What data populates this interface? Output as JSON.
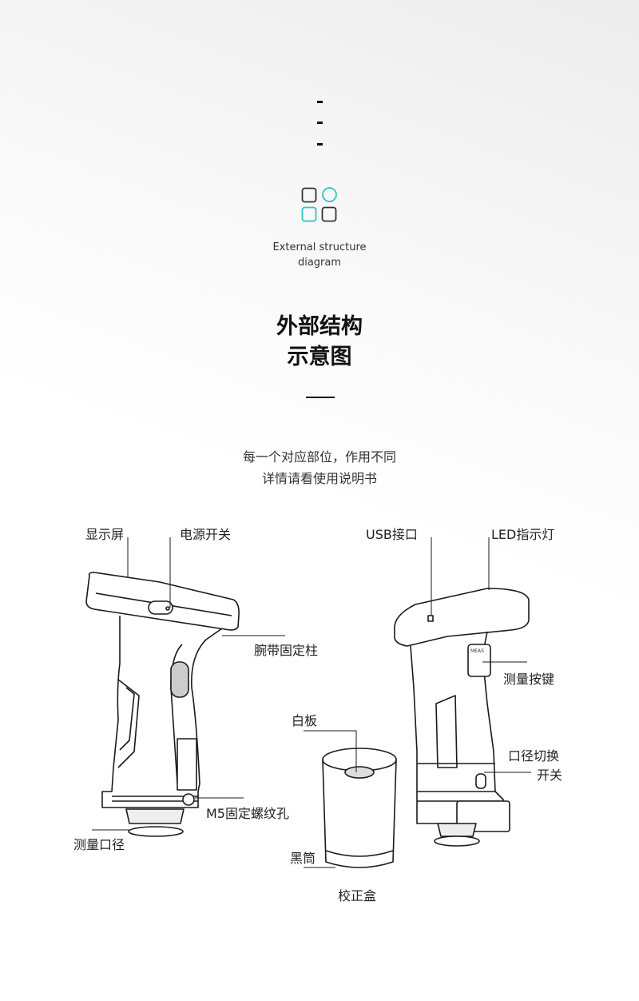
{
  "header": {
    "subtitle_en": "External structure diagram",
    "subtitle_en_line1": "External structure",
    "subtitle_en_line2": "diagram",
    "title_line1": "外部结构",
    "title_line2": "示意图",
    "description_line1": "每一个对应部位，作用不同",
    "description_line2": "详情请看使用说明书",
    "icon": "four-shapes-grid-icon",
    "accent_color": "#2ec4c4"
  },
  "labels": {
    "display": "显示屏",
    "power_switch": "电源开关",
    "strap_post": "腕带固定柱",
    "m5_hole": "M5固定螺纹孔",
    "aperture": "测量口径",
    "usb": "USB接口",
    "led": "LED指示灯",
    "measure_button": "测量按键",
    "aperture_switch_line1": "口径切换",
    "aperture_switch_line2": "开关",
    "white_board": "白板",
    "black_tube": "黑筒",
    "calibration_box": "校正盒",
    "meas_key_text": "MEAS"
  }
}
